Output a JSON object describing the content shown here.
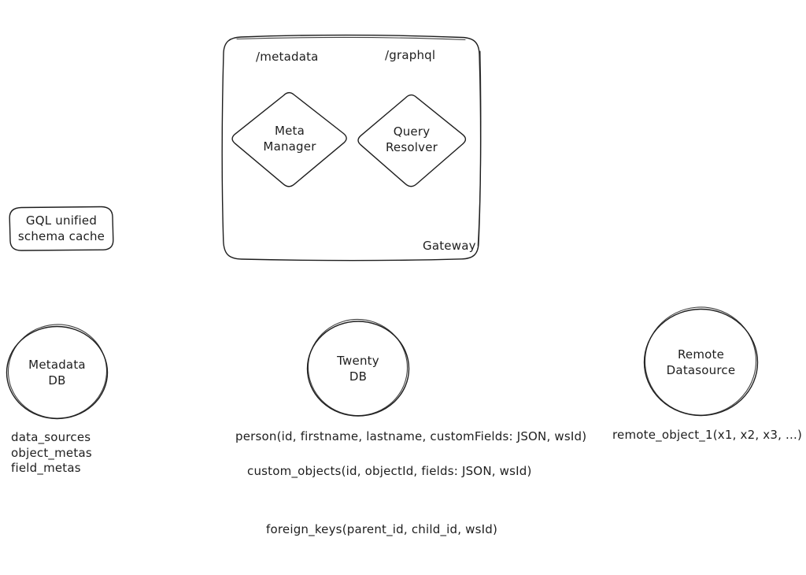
{
  "gateway": {
    "label": "Gateway",
    "endpoint_metadata": "/metadata",
    "endpoint_graphql": "/graphql",
    "meta_manager": "Meta\nManager",
    "query_resolver": "Query\nResolver"
  },
  "cache": {
    "label": "GQL unified\nschema cache"
  },
  "metadata_db": {
    "label": "Metadata\nDB",
    "tables": [
      "data_sources",
      "object_metas",
      "field_metas"
    ]
  },
  "twenty_db": {
    "label": "Twenty\nDB",
    "table_person": "person(id, firstname, lastname, customFields: JSON, wsId)",
    "table_custom_objects": "custom_objects(id, objectId, fields: JSON, wsId)",
    "table_foreign_keys": "foreign_keys(parent_id, child_id, wsId)"
  },
  "remote_datasource": {
    "label": "Remote\nDatasource",
    "table_remote_object": "remote_object_1(x1, x2, x3, ...)"
  }
}
